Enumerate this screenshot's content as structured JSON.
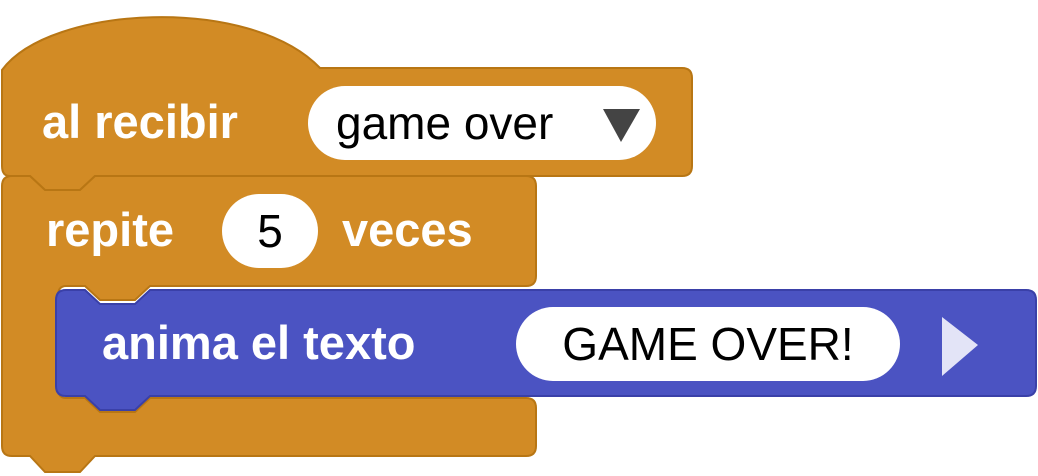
{
  "colors": {
    "event_block": "#D28B25",
    "event_block_stroke": "#B87614",
    "loop_block": "#D28B25",
    "text_block": "#4B53C2",
    "text_block_stroke": "#3A40A8",
    "field_bg": "#FFFFFF",
    "field_text": "#000000",
    "label_text": "#FFFFFF",
    "play_triangle": "#E3E4F7",
    "dropdown_arrow": "#444444"
  },
  "event_block": {
    "label": "al recibir",
    "message_value": "game over",
    "dropdown_icon": "triangle-down-icon"
  },
  "repeat_block": {
    "label_before": "repite",
    "count": "5",
    "label_after": "veces"
  },
  "text_block": {
    "label": "anima el texto",
    "text_value": "GAME OVER!",
    "run_icon": "play-triangle-icon"
  }
}
